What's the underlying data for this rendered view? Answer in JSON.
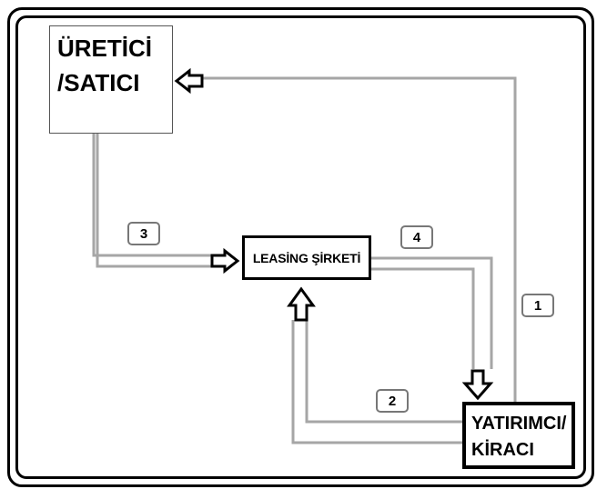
{
  "boxes": {
    "producer": {
      "line1": "ÜRETİCİ",
      "line2": "/SATICI"
    },
    "leasing": {
      "label": "LEASİNG ŞİRKETİ"
    },
    "tenant": {
      "line1": "YATIRIMCI/",
      "line2": "KİRACI"
    }
  },
  "steps": {
    "step1": "1",
    "step2": "2",
    "step3": "3",
    "step4": "4"
  },
  "colors": {
    "line": "#a6a6a6",
    "border": "#000000"
  }
}
